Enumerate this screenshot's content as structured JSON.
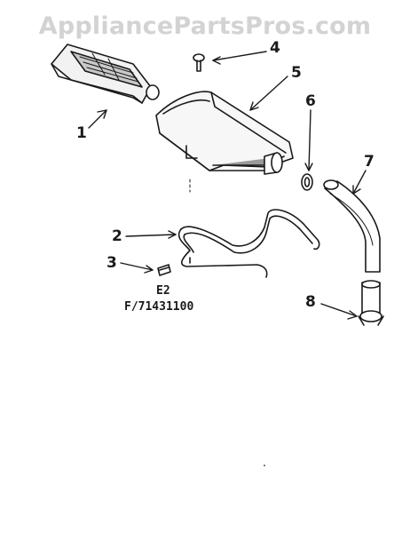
{
  "watermark": "AppliancePartsPros.com",
  "callouts": [
    "1",
    "2",
    "3",
    "4",
    "5",
    "6",
    "7",
    "8"
  ],
  "section_code": "E2",
  "figure_code": "F/71431100",
  "colors": {
    "ink": "#1a1a1a",
    "watermark": "#d3d3d3"
  }
}
